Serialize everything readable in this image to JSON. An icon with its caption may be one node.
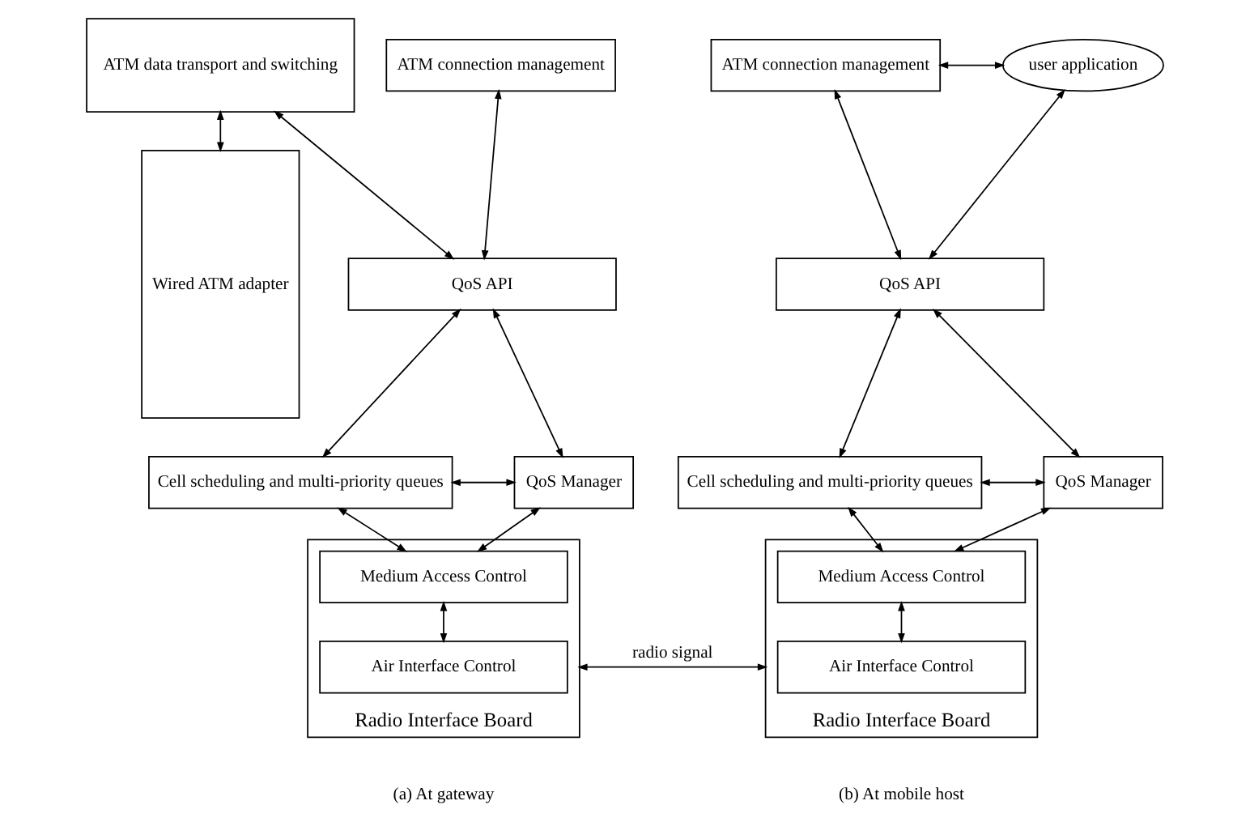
{
  "diagram": {
    "nodes": [
      {
        "text": [
          "ATM data transport and switching"
        ]
      },
      {
        "text": [
          "ATM connection management"
        ]
      },
      {
        "text": [
          "Wired ATM adapter"
        ]
      },
      {
        "text": [
          "QoS API"
        ]
      },
      {
        "text": [
          "Cell scheduling and multi-priority queues"
        ]
      },
      {
        "text": [
          "QoS Manager"
        ]
      },
      {
        "text": [
          "Radio Interface Board"
        ]
      },
      {
        "text": [
          "Medium Access Control"
        ],
        "in": 6
      },
      {
        "text": [
          "Air Interface Control"
        ],
        "in": 6
      },
      {
        "text": [
          "ATM connection management"
        ]
      },
      {
        "text": [
          "user application"
        ]
      },
      {
        "text": [
          "QoS API"
        ]
      },
      {
        "text": [
          "Cell scheduling and multi-priority queues"
        ]
      },
      {
        "text": [
          "QoS Manager"
        ]
      },
      {
        "text": [
          "Radio Interface Board"
        ]
      },
      {
        "text": [
          "Medium Access Control"
        ],
        "in": 14
      },
      {
        "text": [
          "Air Interface Control"
        ],
        "in": 14
      }
    ],
    "edges": [
      {
        "from": 0,
        "to": 2,
        "arrow": "both"
      },
      {
        "from": 0,
        "to": 3,
        "arrow": "both"
      },
      {
        "from": 1,
        "to": 3,
        "arrow": "both"
      },
      {
        "from": 3,
        "to": 4,
        "arrow": "both"
      },
      {
        "from": 3,
        "to": 5,
        "arrow": "both"
      },
      {
        "from": 4,
        "to": 5,
        "arrow": "both"
      },
      {
        "from": 4,
        "to": 7,
        "arrow": "both"
      },
      {
        "from": 5,
        "to": 7,
        "arrow": "both"
      },
      {
        "from": 7,
        "to": 8,
        "arrow": "both"
      },
      {
        "from": 6,
        "to": 14,
        "arrow": "both",
        "label": "radio signal"
      },
      {
        "from": 9,
        "to": 10,
        "arrow": "both"
      },
      {
        "from": 9,
        "to": 11,
        "arrow": "both"
      },
      {
        "from": 10,
        "to": 11,
        "arrow": "both"
      },
      {
        "from": 11,
        "to": 12,
        "arrow": "both"
      },
      {
        "from": 11,
        "to": 13,
        "arrow": "both"
      },
      {
        "from": 12,
        "to": 13,
        "arrow": "both"
      },
      {
        "from": 12,
        "to": 15,
        "arrow": "both"
      },
      {
        "from": 13,
        "to": 15,
        "arrow": "both"
      },
      {
        "from": 15,
        "to": 16,
        "arrow": "both"
      }
    ],
    "labels": [
      "(a) At gateway",
      "(b) At mobile host"
    ]
  }
}
